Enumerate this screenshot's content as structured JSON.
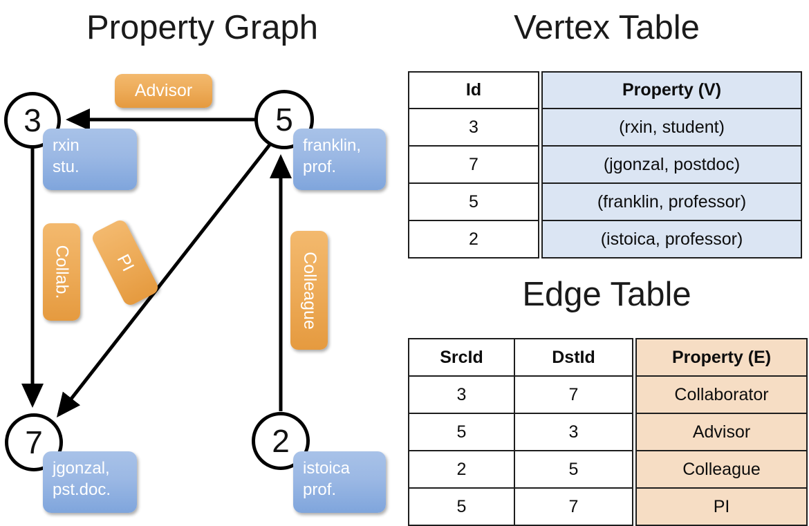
{
  "panels": {
    "graph_title": "Property Graph",
    "vertex_title": "Vertex Table",
    "edge_title": "Edge Table"
  },
  "colors": {
    "node_stroke": "#000000",
    "vertex_prop_box": "#9bb8e4",
    "edge_label_box": "#edab58",
    "vertex_table_highlight": "#dbe5f3",
    "edge_table_highlight": "#f6ddc4",
    "table_border": "#1d1d1d",
    "background": "#ffffff"
  },
  "graph": {
    "nodes": [
      {
        "id": "3",
        "property": "rxin\nstu.",
        "prop_line1": "rxin",
        "prop_line2": "stu."
      },
      {
        "id": "5",
        "property": "franklin,\nprof.",
        "prop_line1": "franklin,",
        "prop_line2": "prof."
      },
      {
        "id": "7",
        "property": "jgonzal,\npst.doc.",
        "prop_line1": "jgonzal,",
        "prop_line2": "pst.doc."
      },
      {
        "id": "2",
        "property": "istoica\nprof.",
        "prop_line1": "istoica",
        "prop_line2": "prof."
      }
    ],
    "edge_labels": [
      {
        "label": "Advisor",
        "from": "5",
        "to": "3",
        "orientation": "horizontal"
      },
      {
        "label": "Collab.",
        "from": "3",
        "to": "7",
        "orientation": "vertical"
      },
      {
        "label": "PI",
        "from": "5",
        "to": "7",
        "orientation": "diagonal"
      },
      {
        "label": "Colleague",
        "from": "2",
        "to": "5",
        "orientation": "vertical"
      }
    ]
  },
  "vertex_table": {
    "headers": [
      "Id",
      "Property (V)"
    ],
    "rows": [
      {
        "id": "3",
        "property": "(rxin, student)"
      },
      {
        "id": "7",
        "property": "(jgonzal, postdoc)"
      },
      {
        "id": "5",
        "property": "(franklin, professor)"
      },
      {
        "id": "2",
        "property": "(istoica, professor)"
      }
    ]
  },
  "edge_table": {
    "headers": [
      "SrcId",
      "DstId",
      "Property (E)"
    ],
    "rows": [
      {
        "src": "3",
        "dst": "7",
        "property": "Collaborator"
      },
      {
        "src": "5",
        "dst": "3",
        "property": "Advisor"
      },
      {
        "src": "2",
        "dst": "5",
        "property": "Colleague"
      },
      {
        "src": "5",
        "dst": "7",
        "property": "PI"
      }
    ]
  }
}
